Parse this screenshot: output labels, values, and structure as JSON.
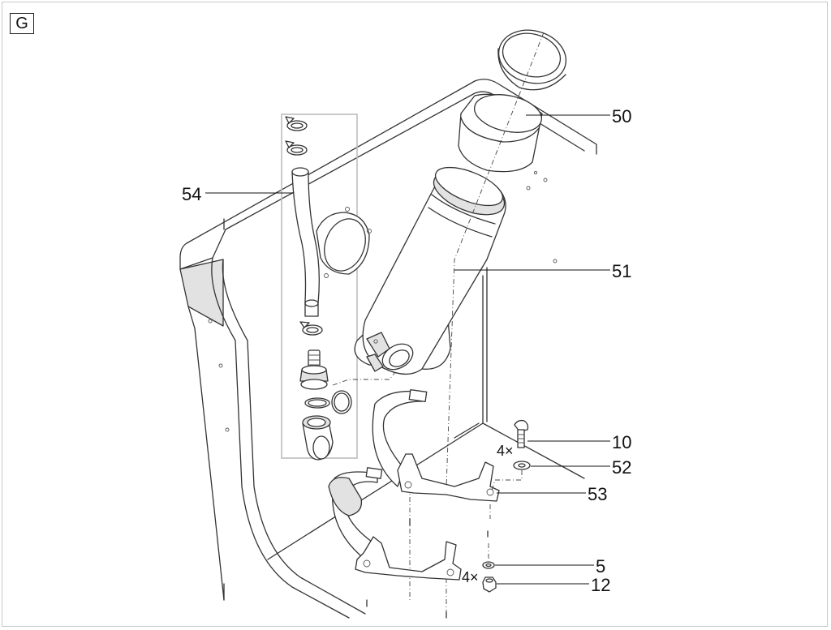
{
  "panel_letter": "G",
  "callouts": {
    "c50": "50",
    "c51": "51",
    "c54": "54",
    "c10": "10",
    "c52": "52",
    "c53": "53",
    "c5": "5",
    "c12": "12"
  },
  "quantities": {
    "q_bolt": "4×",
    "q_nut": "4×"
  }
}
